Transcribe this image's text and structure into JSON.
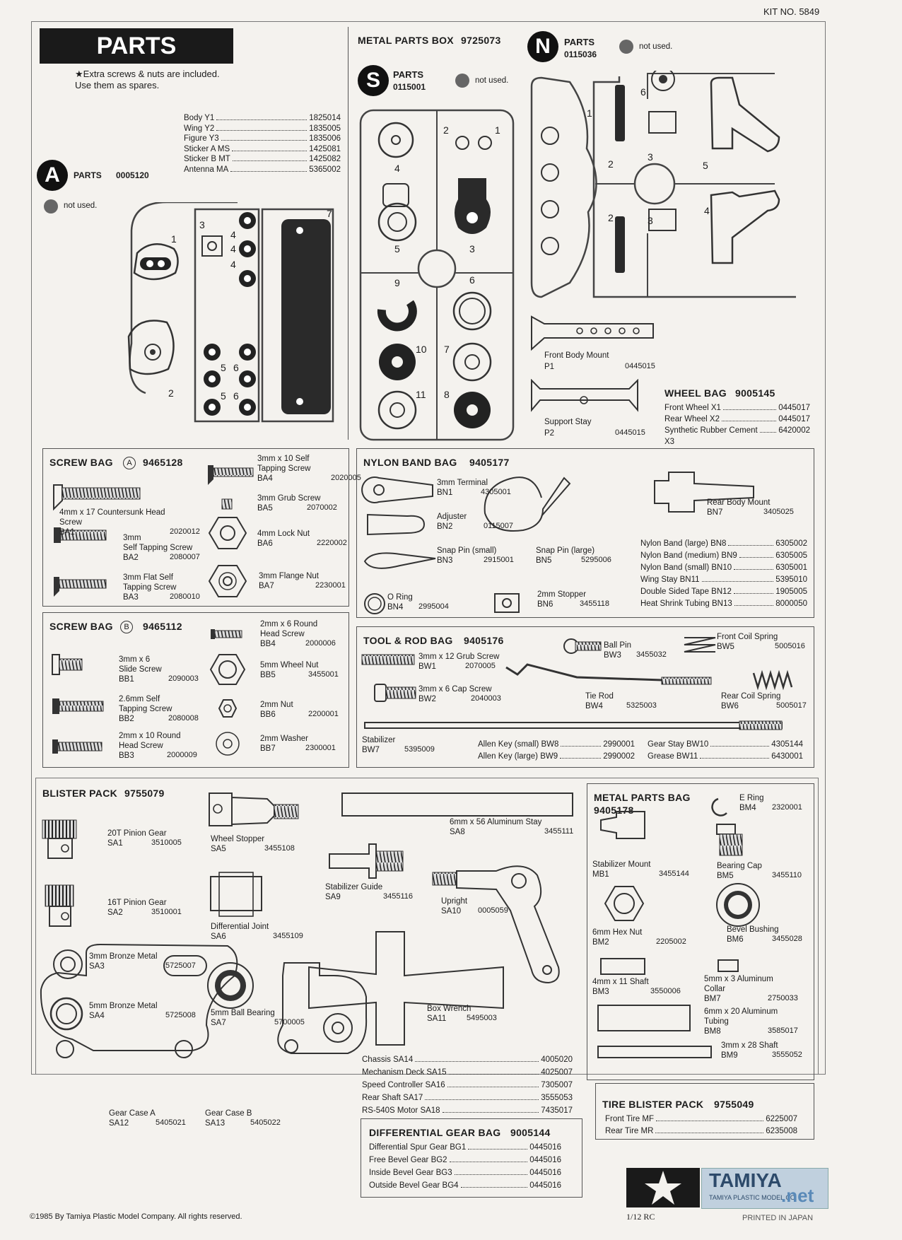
{
  "kit_no": "KIT NO. 5849",
  "parts_banner": "PARTS",
  "parts_note_1": "★Extra screws & nuts are included.",
  "parts_note_2": "Use them as spares.",
  "not_used": "not used.",
  "body_parts": [
    {
      "name": "Body  Y1",
      "num": "1825014"
    },
    {
      "name": "Wing  Y2",
      "num": "1835005"
    },
    {
      "name": "Figure  Y3",
      "num": "1835006"
    },
    {
      "name": "Sticker A  MS",
      "num": "1425081"
    },
    {
      "name": "Sticker B  MT",
      "num": "1425082"
    },
    {
      "name": "Antenna  MA",
      "num": "5365002"
    }
  ],
  "tree_a": {
    "letter": "A",
    "label": "PARTS",
    "num": "0005120",
    "parts": [
      "1",
      "2",
      "3",
      "4",
      "4",
      "4",
      "5",
      "6",
      "5",
      "6",
      "7"
    ]
  },
  "metal_box": {
    "title": "METAL PARTS BOX",
    "num": "9725073"
  },
  "tree_s": {
    "letter": "S",
    "label": "PARTS",
    "num": "0115001",
    "parts": [
      "2",
      "1",
      "4",
      "5",
      "3",
      "9",
      "6",
      "10",
      "7",
      "11",
      "8"
    ]
  },
  "tree_n": {
    "letter": "N",
    "label": "PARTS",
    "num": "0115036",
    "parts": [
      "6",
      "1",
      "2",
      "3",
      "5",
      "2",
      "3",
      "4"
    ]
  },
  "front_body_mount": {
    "name": "Front Body Mount",
    "code": "P1",
    "num": "0445015"
  },
  "support_stay": {
    "name": "Support Stay",
    "code": "P2",
    "num": "0445015"
  },
  "wheel_bag": {
    "title": "WHEEL BAG",
    "num": "9005145",
    "items": [
      {
        "name": "Front Wheel  X1",
        "num": "0445017"
      },
      {
        "name": "Rear Wheel  X2",
        "num": "0445017"
      },
      {
        "name": "Synthetic Rubber Cement",
        "num": "6420002"
      }
    ],
    "extra": "X3"
  },
  "screw_bag_a": {
    "title": "SCREW BAG",
    "letter": "A",
    "num": "9465128",
    "items": [
      {
        "name": "4mm x 17 Countersunk Head",
        "name2": "Screw",
        "code": "BA1",
        "num": "2020012"
      },
      {
        "name": "3mm",
        "name2": "Self Tapping Screw",
        "code": "BA2",
        "num": "2080007"
      },
      {
        "name": "3mm Flat Self",
        "name2": "Tapping Screw",
        "code": "BA3",
        "num": "2080010"
      },
      {
        "name": "3mm x 10 Self",
        "name2": "Tapping Screw",
        "code": "BA4",
        "num": "2020005"
      },
      {
        "name": "3mm Grub Screw",
        "code": "BA5",
        "num": "2070002"
      },
      {
        "name": "4mm Lock Nut",
        "code": "BA6",
        "num": "2220002"
      },
      {
        "name": "3mm Flange Nut",
        "code": "BA7",
        "num": "2230001"
      }
    ]
  },
  "screw_bag_b": {
    "title": "SCREW BAG",
    "letter": "B",
    "num": "9465112",
    "items": [
      {
        "name": "3mm x 6",
        "name2": "Slide Screw",
        "code": "BB1",
        "num": "2090003"
      },
      {
        "name": "2.6mm Self",
        "name2": "Tapping Screw",
        "code": "BB2",
        "num": "2080008"
      },
      {
        "name": "2mm x 10 Round",
        "name2": "Head Screw",
        "code": "BB3",
        "num": "2000009"
      },
      {
        "name": "2mm x 6 Round",
        "name2": "Head Screw",
        "code": "BB4",
        "num": "2000006"
      },
      {
        "name": "5mm Wheel Nut",
        "code": "BB5",
        "num": "3455001"
      },
      {
        "name": "2mm Nut",
        "code": "BB6",
        "num": "2200001"
      },
      {
        "name": "2mm Washer",
        "code": "BB7",
        "num": "2300001"
      }
    ]
  },
  "nylon_bag": {
    "title": "NYLON BAND BAG",
    "num": "9405177",
    "items": [
      {
        "name": "3mm Terminal",
        "code": "BN1",
        "num": "4305001"
      },
      {
        "name": "Adjuster",
        "code": "BN2",
        "num": "0115007"
      },
      {
        "name": "Snap Pin (small)",
        "code": "BN3",
        "num": "2915001"
      },
      {
        "name": "O Ring",
        "code": "BN4",
        "num": "2995004"
      },
      {
        "name": "Snap Pin (large)",
        "code": "BN5",
        "num": "5295006"
      },
      {
        "name": "2mm Stopper",
        "code": "BN6",
        "num": "3455118"
      },
      {
        "name": "Rear Body Mount",
        "code": "BN7",
        "num": "3405025"
      }
    ],
    "list": [
      {
        "name": "Nylon Band (large)  BN8",
        "num": "6305002"
      },
      {
        "name": "Nylon Band (medium)  BN9",
        "num": "6305005"
      },
      {
        "name": "Nylon Band (small)  BN10",
        "num": "6305001"
      },
      {
        "name": "Wing Stay  BN11",
        "num": "5395010"
      },
      {
        "name": "Double Sided Tape  BN12",
        "num": "1905005"
      },
      {
        "name": "Heat Shrink Tubing  BN13",
        "num": "8000050"
      }
    ]
  },
  "tool_bag": {
    "title": "TOOL & ROD BAG",
    "num": "9405176",
    "items": [
      {
        "name": "3mm x 12 Grub Screw",
        "code": "BW1",
        "num": "2070005"
      },
      {
        "name": "3mm x 6 Cap Screw",
        "code": "BW2",
        "num": "2040003"
      },
      {
        "name": "Ball Pin",
        "code": "BW3",
        "num": "3455032"
      },
      {
        "name": "Tie Rod",
        "code": "BW4",
        "num": "5325003"
      },
      {
        "name": "Front Coil Spring",
        "code": "BW5",
        "num": "5005016"
      },
      {
        "name": "Rear Coil Spring",
        "code": "BW6",
        "num": "5005017"
      },
      {
        "name": "Stabilizer",
        "code": "BW7",
        "num": "5395009"
      }
    ],
    "list": [
      {
        "name": "Allen Key (small)  BW8",
        "num": "2990001"
      },
      {
        "name": "Allen Key (large)  BW9",
        "num": "2990002"
      },
      {
        "name": "Gear Stay  BW10",
        "num": "4305144"
      },
      {
        "name": "Grease  BW11",
        "num": "6430001"
      }
    ]
  },
  "blister_pack": {
    "title": "BLISTER PACK",
    "num": "9755079",
    "items": [
      {
        "name": "20T Pinion Gear",
        "code": "SA1",
        "num": "3510005"
      },
      {
        "name": "16T Pinion Gear",
        "code": "SA2",
        "num": "3510001"
      },
      {
        "name": "3mm Bronze Metal",
        "code": "SA3",
        "num": "5725007"
      },
      {
        "name": "5mm Bronze Metal",
        "code": "SA4",
        "num": "5725008"
      },
      {
        "name": "Wheel Stopper",
        "code": "SA5",
        "num": "3455108"
      },
      {
        "name": "Differential Joint",
        "code": "SA6",
        "num": "3455109"
      },
      {
        "name": "5mm Ball Bearing",
        "code": "SA7",
        "num": "5700005"
      },
      {
        "name": "6mm x 56 Aluminum Stay",
        "code": "SA8",
        "num": "3455111"
      },
      {
        "name": "Stabilizer Guide",
        "code": "SA9",
        "num": "3455116"
      },
      {
        "name": "Upright",
        "code": "SA10",
        "num": "0005059"
      },
      {
        "name": "Box Wrench",
        "code": "SA11",
        "num": "5495003"
      },
      {
        "name": "Gear Case A",
        "code": "SA12",
        "num": "5405021"
      },
      {
        "name": "Gear Case B",
        "code": "SA13",
        "num": "5405022"
      }
    ],
    "list": [
      {
        "name": "Chassis  SA14",
        "num": "4005020"
      },
      {
        "name": "Mechanism Deck  SA15",
        "num": "4025007"
      },
      {
        "name": "Speed Controller  SA16",
        "num": "7305007"
      },
      {
        "name": "Rear Shaft  SA17",
        "num": "3555053"
      },
      {
        "name": "RS-540S Motor  SA18",
        "num": "7435017"
      }
    ]
  },
  "diff_bag": {
    "title": "DIFFERENTIAL GEAR BAG",
    "num": "9005144",
    "list": [
      {
        "name": "Differential Spur Gear  BG1",
        "num": "0445016"
      },
      {
        "name": "Free Bevel Gear  BG2",
        "num": "0445016"
      },
      {
        "name": "Inside Bevel Gear  BG3",
        "num": "0445016"
      },
      {
        "name": "Outside Bevel Gear  BG4",
        "num": "0445016"
      }
    ]
  },
  "metal_bag": {
    "title": "METAL PARTS BAG",
    "num": "9405178",
    "items": [
      {
        "name": "E Ring",
        "code": "BM4",
        "num": "2320001"
      },
      {
        "name": "Stabilizer Mount",
        "code": "MB1",
        "num": "3455144"
      },
      {
        "name": "Bearing Cap",
        "code": "BM5",
        "num": "3455110"
      },
      {
        "name": "6mm Hex Nut",
        "code": "BM2",
        "num": "2205002"
      },
      {
        "name": "Bevel Bushing",
        "code": "BM6",
        "num": "3455028"
      },
      {
        "name": "4mm x 11 Shaft",
        "code": "BM3",
        "num": "3550006"
      },
      {
        "name": "5mm x 3 Aluminum",
        "name2": "Collar",
        "code": "BM7",
        "num": "2750033"
      },
      {
        "name": "6mm x 20 Aluminum",
        "name2": "Tubing",
        "code": "BM8",
        "num": "3585017"
      },
      {
        "name": "3mm x 28 Shaft",
        "code": "BM9",
        "num": "3555052"
      }
    ]
  },
  "tire_pack": {
    "title": "TIRE BLISTER PACK",
    "num": "9755049",
    "list": [
      {
        "name": "Front Tire  MF",
        "num": "6225007"
      },
      {
        "name": "Rear Tire  MR",
        "num": "6235008"
      }
    ]
  },
  "copyright": "©1985 By Tamiya Plastic Model Company. All rights reserved.",
  "footer_center": "1/12 RC",
  "printed": "PRINTED IN JAPAN",
  "logo_name": "TAMIYA",
  "logo_sub": "TAMIYA PLASTIC MODEL CO.",
  "watermark": ".net"
}
